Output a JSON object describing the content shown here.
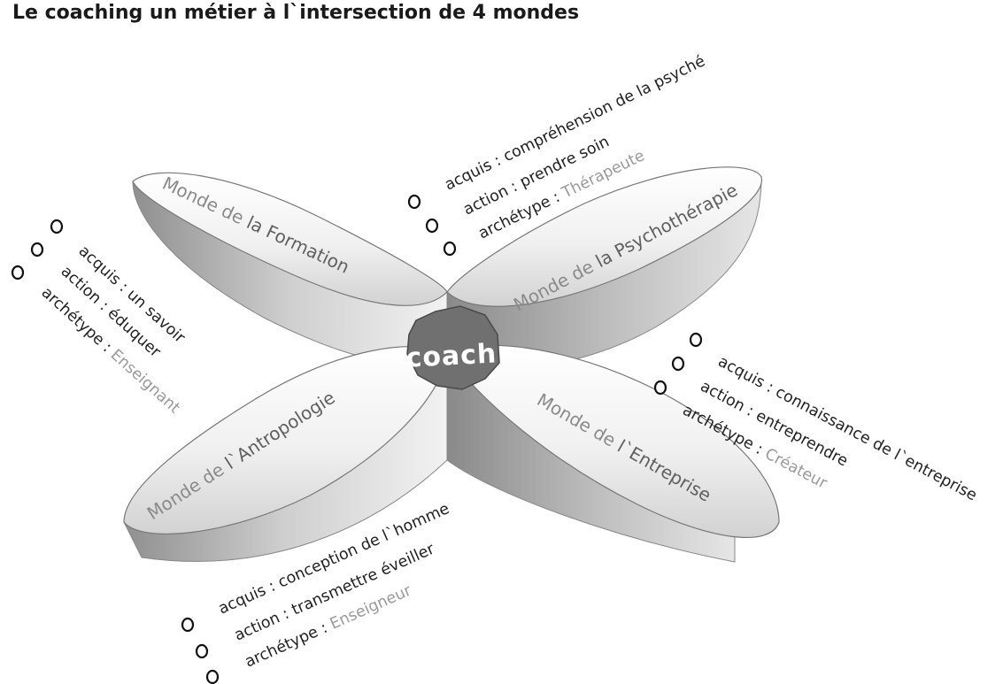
{
  "title": "Le coaching un métier à l`intersection de 4 mondes",
  "center": "coach",
  "worlds": [
    {
      "prefix": "Monde de ",
      "name": "la Formation"
    },
    {
      "prefix": "Monde de ",
      "name": "la Psychothérapie"
    },
    {
      "prefix": "Monde de ",
      "name": "l`Antropologie"
    },
    {
      "prefix": "Monde de ",
      "name": "l`Entreprise"
    }
  ],
  "info": {
    "psychotherapie": {
      "acquis": "acquis : compréhension de la psyché",
      "action": "action : prendre soin",
      "archetype_prefix": "archétype : ",
      "archetype": "Thérapeute"
    },
    "formation": {
      "acquis": "acquis : un savoir",
      "action": "action : éduquer",
      "archetype_prefix": "archétype : ",
      "archetype": "Enseignant"
    },
    "entreprise": {
      "acquis": "acquis : connaissance de l`entreprise",
      "action": "action : entreprendre",
      "archetype_prefix": "archétype : ",
      "archetype": "Créateur"
    },
    "antropologie": {
      "acquis": "acquis : conception de l`homme",
      "action": "action : transmettre éveiller",
      "archetype_prefix": "archétype : ",
      "archetype": "Enseigneur"
    }
  },
  "colors": {
    "petal_top": "#f2f2f2",
    "petal_side": "#bdbdbd",
    "hub": "#6e6e6e",
    "text": "#222222",
    "archetype": "#9a9a9a"
  }
}
